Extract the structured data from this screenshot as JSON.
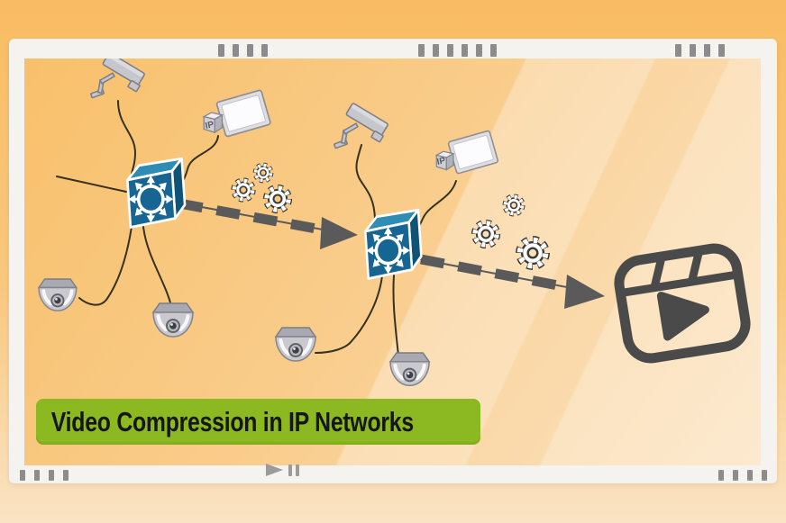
{
  "page": {
    "bg_top_color": "#f9bc63",
    "bg_bottom_color": "#fae3c4"
  },
  "film_frame": {
    "frame_color": "#f4f3f0",
    "sprocket_color": "#8c8c8c",
    "top_sprocket_groups": [
      4,
      6,
      4
    ],
    "bottom_sprocket_groups": [
      4,
      4
    ],
    "player_indicator": "play-pause"
  },
  "banner": {
    "label": "Video Compression in IP Networks",
    "bg_color": "#8cb821",
    "text_color": "#161616"
  },
  "diagram": {
    "ip_label": "IP",
    "colors": {
      "switch_front": "#166592",
      "switch_top": "#2f8cb2",
      "switch_side": "#0f5377",
      "device_gray": "#c6c6cd",
      "device_outline": "#7f7f88",
      "gear_outline": "#3a3a3a",
      "arrow_gray": "#5a5a5a",
      "reels_gray": "#4a4a4a",
      "cable_dark": "#35321f"
    },
    "icons": [
      "cctv-camera-icon",
      "ip-monitor-icon",
      "network-switch-icon",
      "dome-camera-icon",
      "gears-icon",
      "compression-arrow",
      "video-reels-icon"
    ],
    "sites": 2,
    "dome_cameras": 4,
    "cctv_cameras": 2,
    "ip_monitors": 2,
    "switches": 2,
    "gear_clusters": 2
  }
}
